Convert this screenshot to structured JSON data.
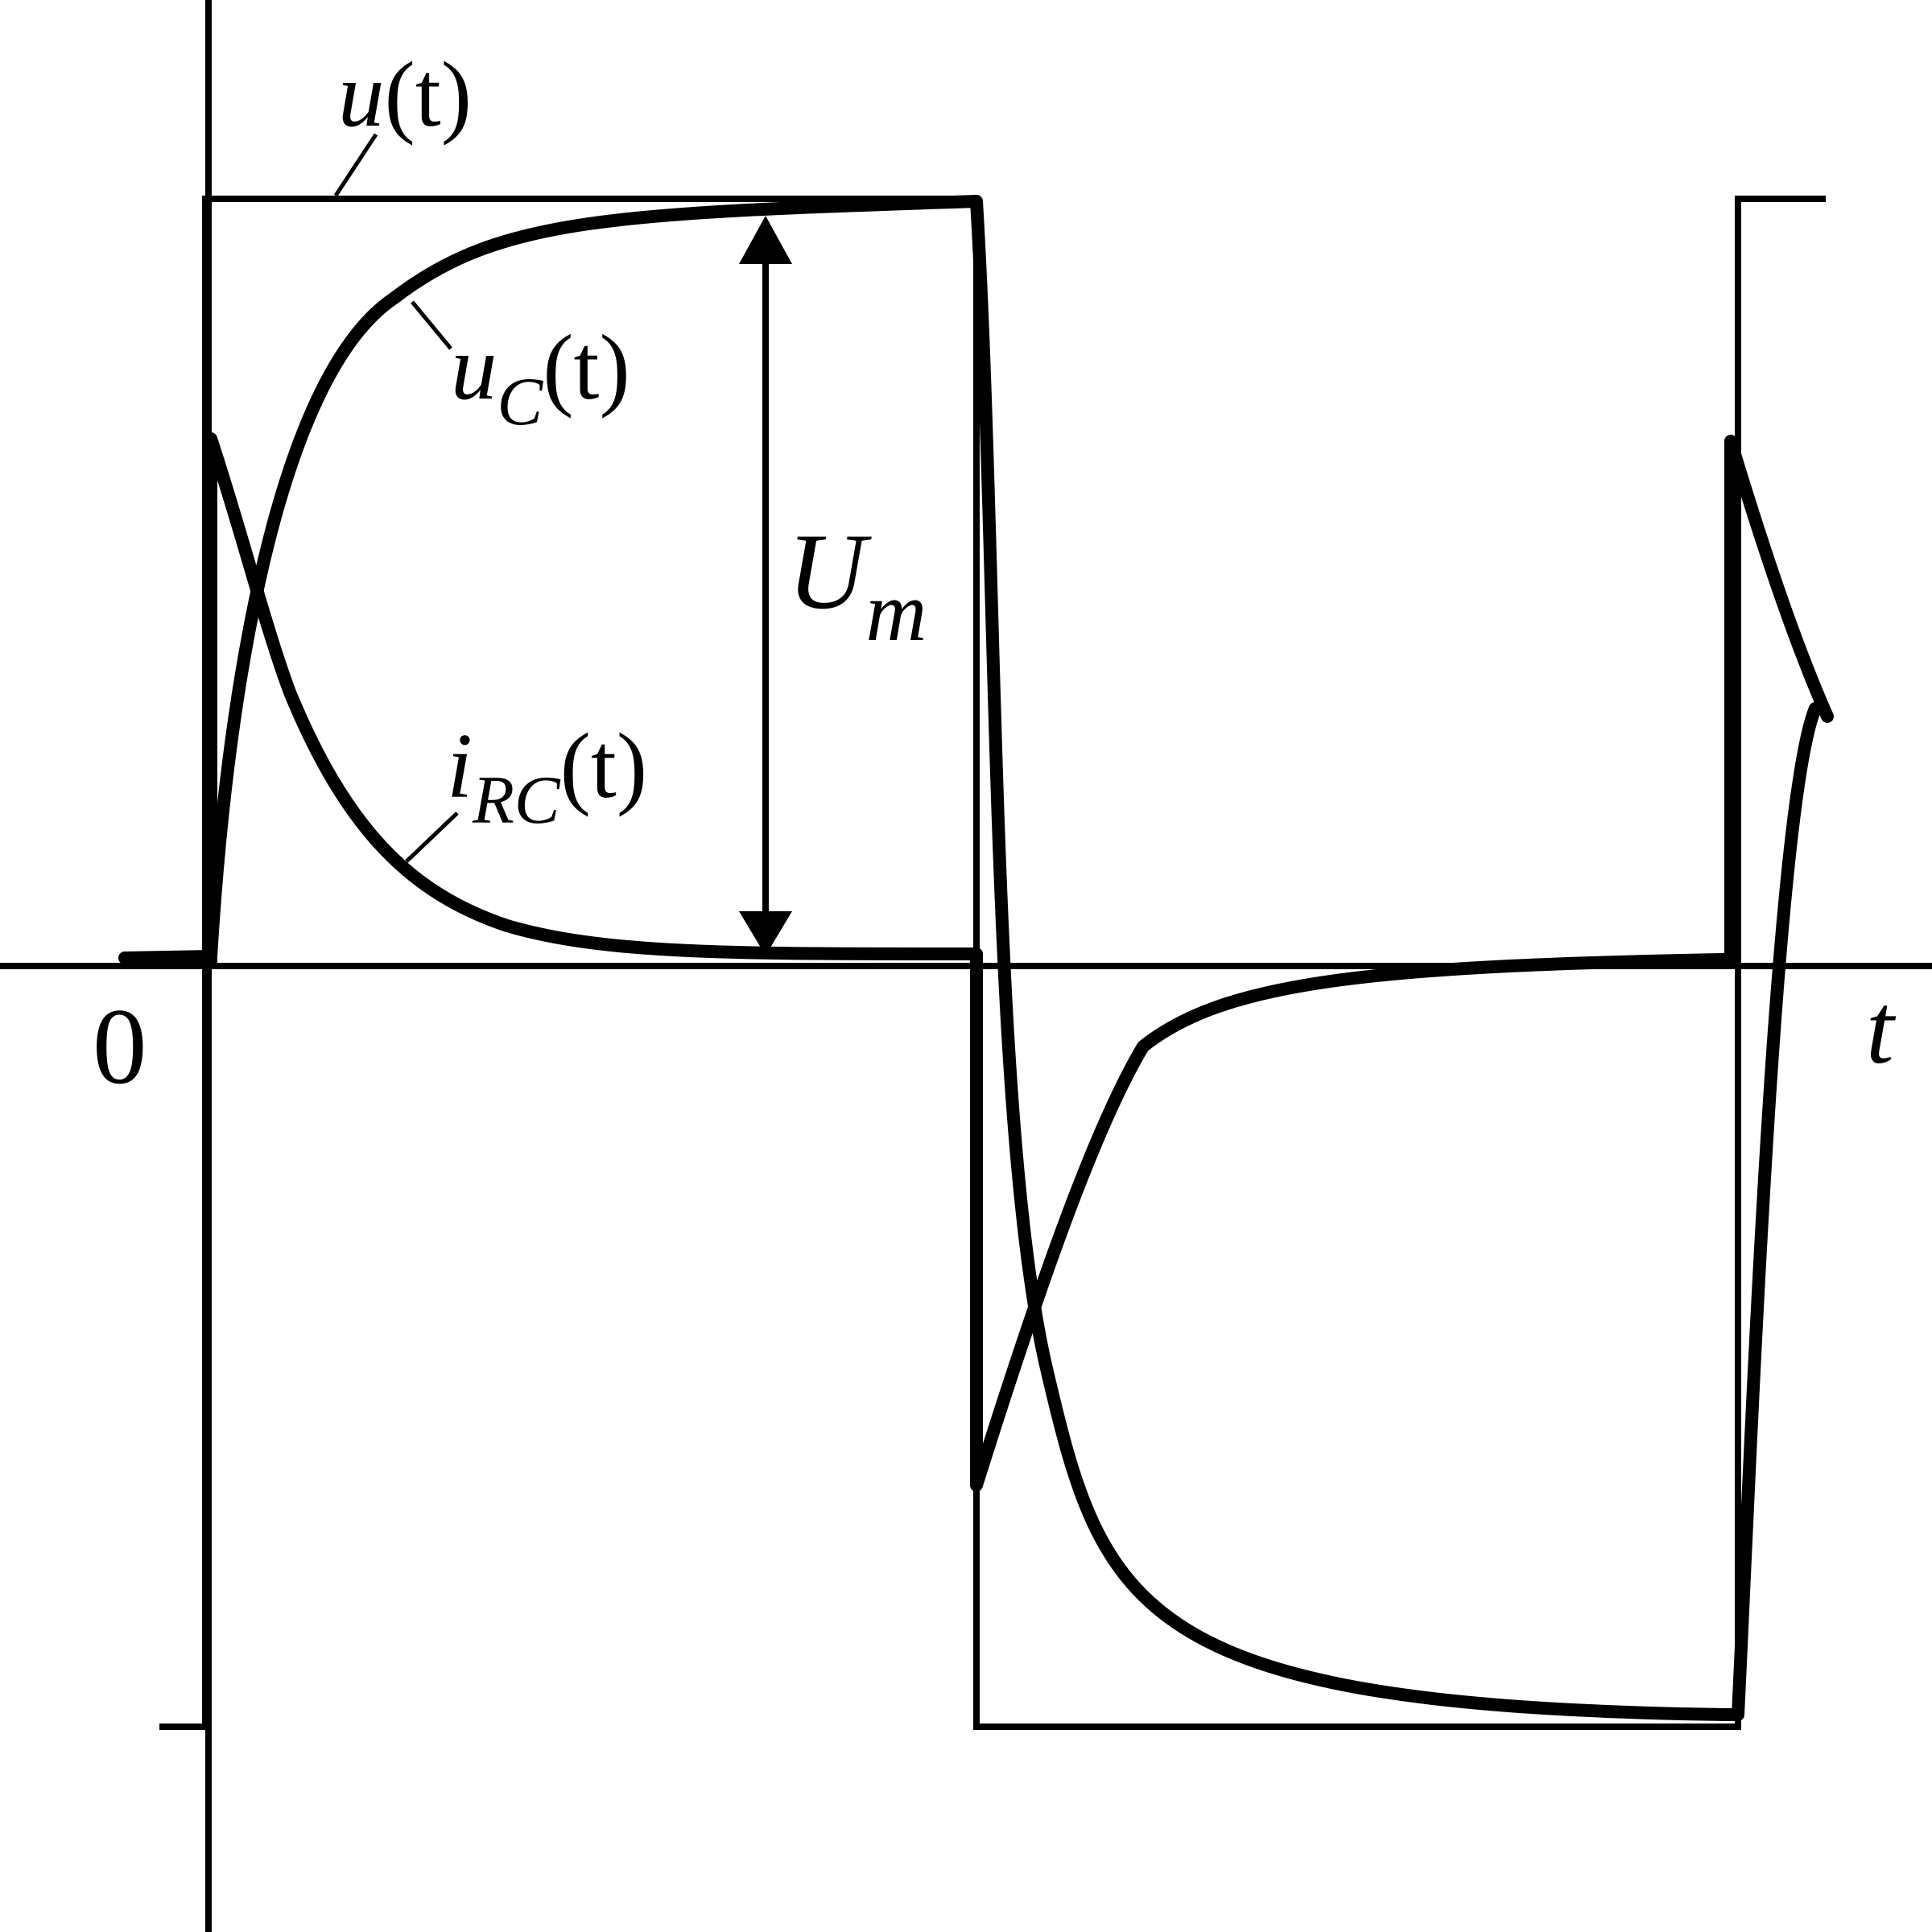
{
  "labels": {
    "u": "u",
    "u_arg": "(t)",
    "uc": "u",
    "uc_sub": "C",
    "uc_arg": "(t)",
    "irc": "i",
    "irc_sub": "RC",
    "irc_arg": "(t)",
    "um": "U",
    "um_sub": "m",
    "origin": "0",
    "t_axis": "t"
  },
  "colors": {
    "stroke": "#000000",
    "background": "#ffffff"
  }
}
